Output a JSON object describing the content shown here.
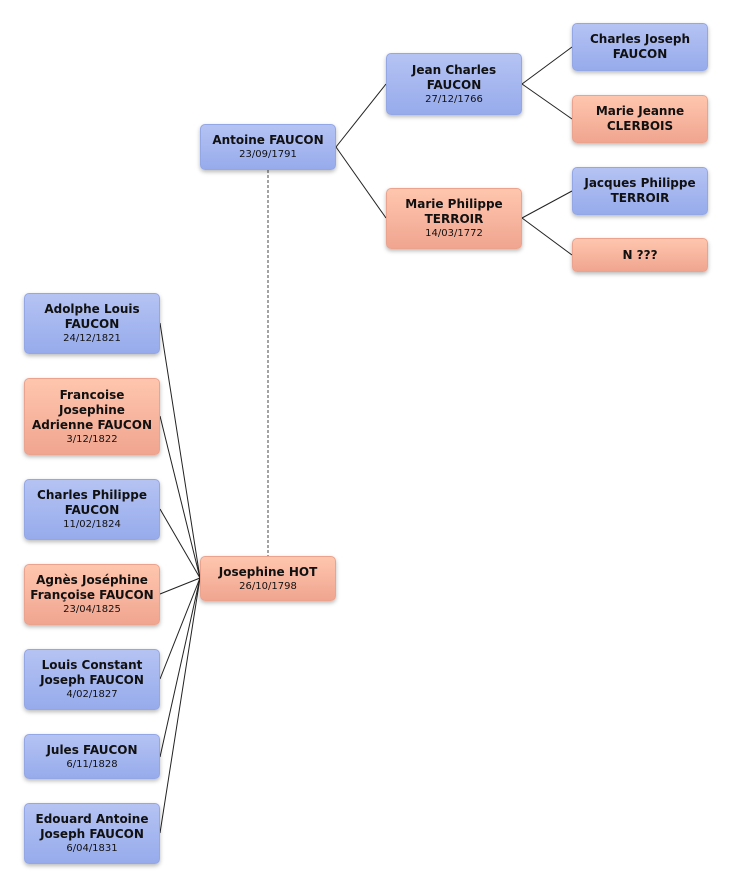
{
  "people": {
    "antoine": {
      "name": "Antoine FAUCON",
      "date": "23/09/1791",
      "sex": "male"
    },
    "josephine": {
      "name": "Josephine HOT",
      "date": "26/10/1798",
      "sex": "female"
    },
    "jean_charles": {
      "name": "Jean Charles\nFAUCON",
      "date": "27/12/1766",
      "sex": "male"
    },
    "marie_philippe": {
      "name": "Marie Philippe\nTERROIR",
      "date": "14/03/1772",
      "sex": "female"
    },
    "charles_joseph": {
      "name": "Charles Joseph\nFAUCON",
      "date": "",
      "sex": "male"
    },
    "marie_jeanne": {
      "name": "Marie Jeanne\nCLERBOIS",
      "date": "",
      "sex": "female"
    },
    "jacques_philippe": {
      "name": "Jacques Philippe\nTERROIR",
      "date": "",
      "sex": "male"
    },
    "n_unknown": {
      "name": "N ???",
      "date": "",
      "sex": "female"
    },
    "adolphe": {
      "name": "Adolphe Louis\nFAUCON",
      "date": "24/12/1821",
      "sex": "male"
    },
    "francoise": {
      "name": "Francoise\nJosephine\nAdrienne FAUCON",
      "date": "3/12/1822",
      "sex": "female"
    },
    "charles_philippe": {
      "name": "Charles Philippe\nFAUCON",
      "date": "11/02/1824",
      "sex": "male"
    },
    "agnes": {
      "name": "Agnès Joséphine\nFrançoise FAUCON",
      "date": "23/04/1825",
      "sex": "female"
    },
    "louis": {
      "name": "Louis Constant\nJoseph FAUCON",
      "date": "4/02/1827",
      "sex": "male"
    },
    "jules": {
      "name": "Jules FAUCON",
      "date": "6/11/1828",
      "sex": "male"
    },
    "edouard": {
      "name": "Edouard Antoine\nJoseph FAUCON",
      "date": "6/04/1831",
      "sex": "male"
    }
  }
}
